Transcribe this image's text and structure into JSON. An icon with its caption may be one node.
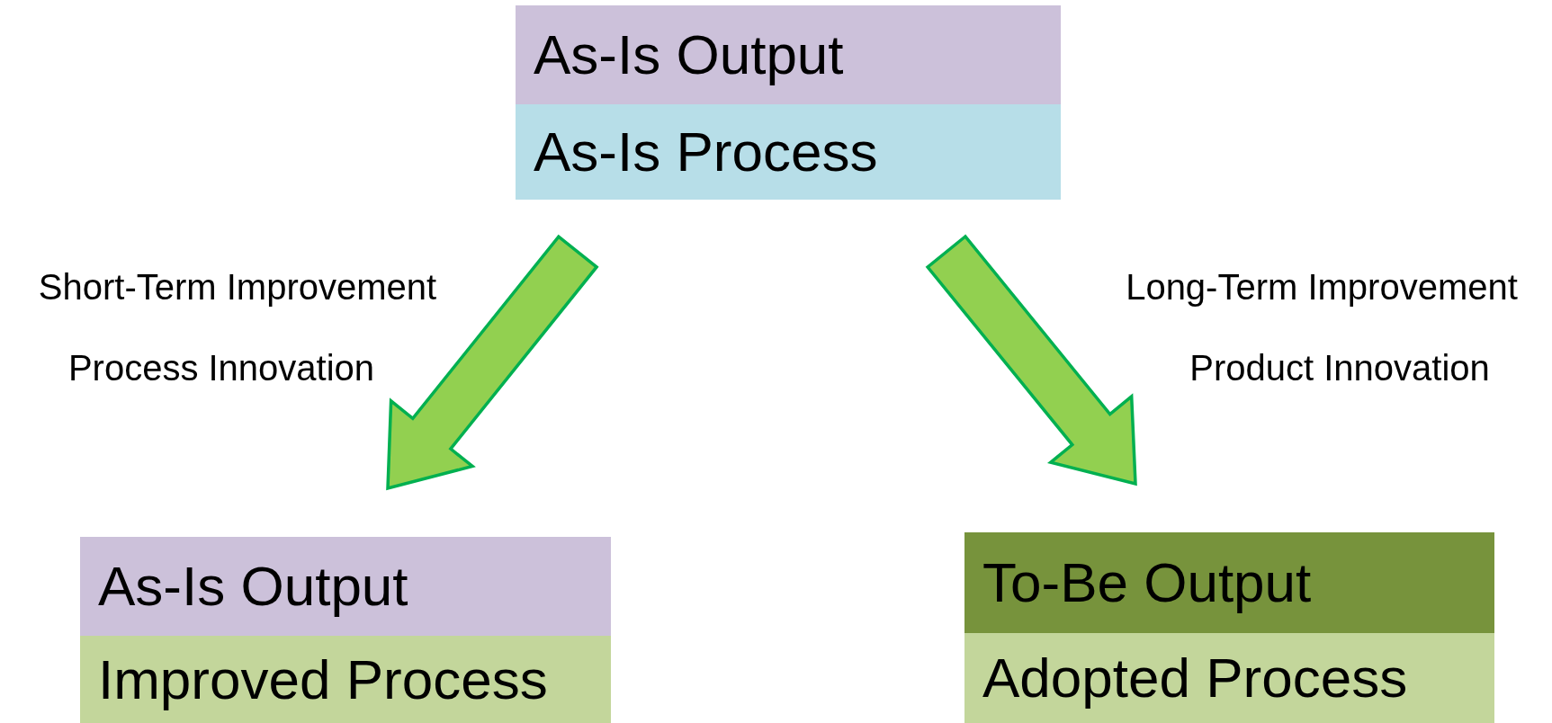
{
  "diagram": {
    "nodes": [
      {
        "text": [
          "As-Is Output"
        ]
      },
      {
        "text": [
          "As-Is Process"
        ]
      },
      {
        "text": [
          "As-Is Output"
        ]
      },
      {
        "text": [
          "Improved Process"
        ]
      },
      {
        "text": [
          "To-Be Output"
        ]
      },
      {
        "text": [
          "Adopted Process"
        ]
      }
    ],
    "edges": [
      {
        "from": 1,
        "to": 2,
        "arrow": "to"
      },
      {
        "from": 1,
        "to": 4,
        "arrow": "to"
      }
    ],
    "labels": [
      "Short-Term Improvement",
      "Process Innovation",
      "Long-Term Improvement",
      "Product Innovation"
    ]
  }
}
